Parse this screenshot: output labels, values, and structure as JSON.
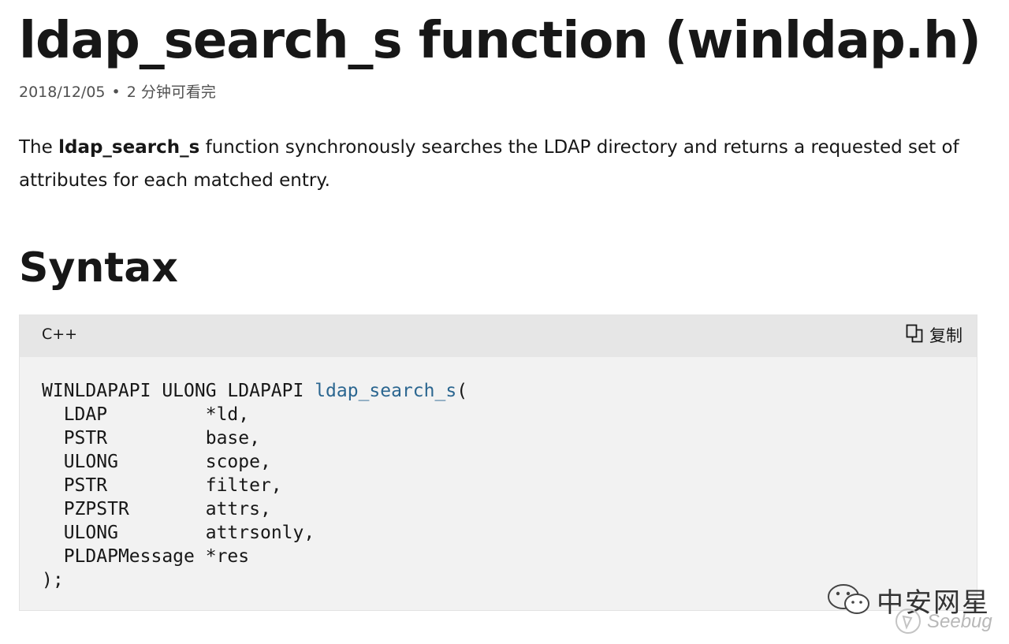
{
  "page": {
    "title": "ldap_search_s function (winldap.h)",
    "date": "2018/12/05",
    "separator": "•",
    "read_time": "2 分钟可看完"
  },
  "intro": {
    "prefix": "The ",
    "function_name": "ldap_search_s",
    "suffix": " function synchronously searches the LDAP directory and returns a requested set of attributes for each matched entry."
  },
  "syntax": {
    "heading": "Syntax",
    "language": "C++",
    "copy_label": "复制",
    "copy_icon": "copy-icon",
    "code": {
      "prefix": "WINLDAPAPI ULONG LDAPAPI ",
      "function_name": "ldap_search_s",
      "open_paren": "(",
      "params": [
        {
          "type": "LDAP",
          "name": "*ld,"
        },
        {
          "type": "PSTR",
          "name": "base,"
        },
        {
          "type": "ULONG",
          "name": "scope,"
        },
        {
          "type": "PSTR",
          "name": "filter,"
        },
        {
          "type": "PZPSTR",
          "name": "attrs,"
        },
        {
          "type": "ULONG",
          "name": "attrsonly,"
        },
        {
          "type": "PLDAPMessage",
          "name": "*res"
        }
      ],
      "close": ");"
    }
  },
  "watermark": {
    "text": "中安网星",
    "sub": "Seebug"
  },
  "colors": {
    "function_highlight": "#2b6690",
    "code_background": "#f2f2f2",
    "code_header": "#e6e6e6"
  }
}
